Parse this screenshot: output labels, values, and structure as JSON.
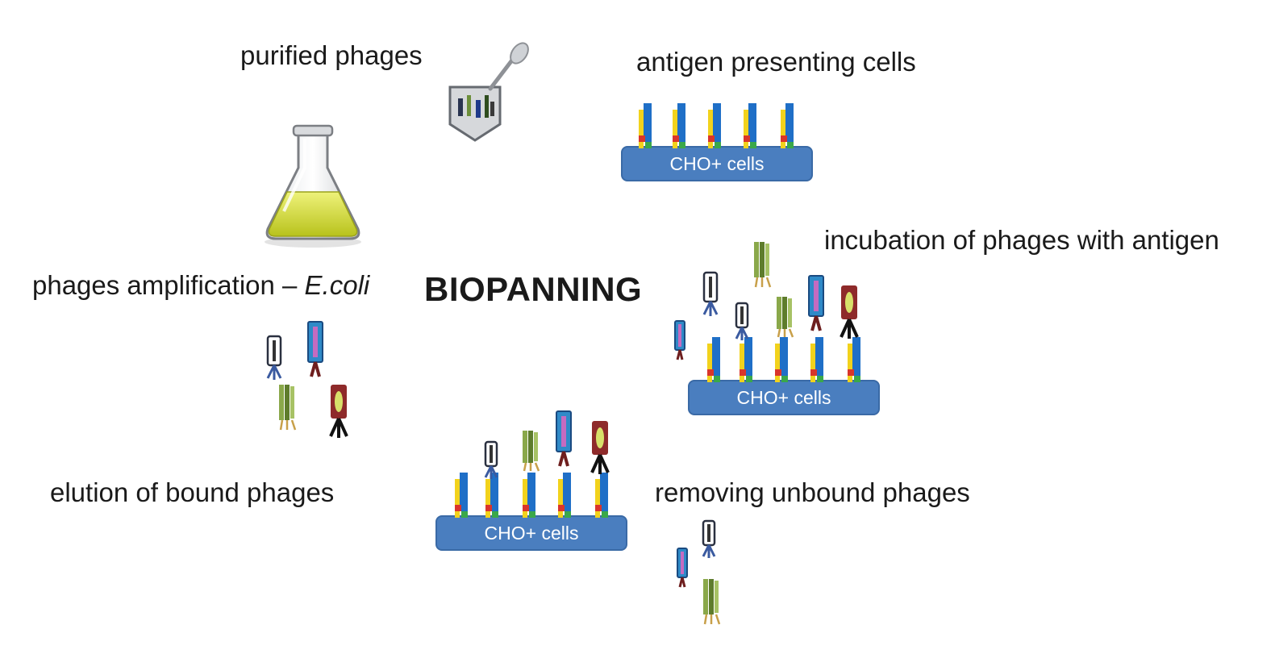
{
  "diagram": {
    "title": "BIOPANNING",
    "labels": {
      "purified_phages": "purified phages",
      "antigen_presenting_cells": "antigen presenting cells",
      "incubation": "incubation of phages with antigen",
      "amplification_prefix": "phages amplification – ",
      "amplification_organism": "E.coli",
      "elution": "elution of bound phages",
      "removing_unbound": "removing unbound phages"
    },
    "cell_label": "CHO+ cells",
    "colors": {
      "cell_fill": "#4a7ebf",
      "receptor_blue": "#1f6fc7",
      "receptor_yellow": "#f2d21c",
      "receptor_red": "#d9352b",
      "receptor_green": "#3aa84a",
      "flask_liquid": "#d8e03a",
      "phage_green": "#8aa84a",
      "phage_red": "#8e2a2a"
    },
    "icons": [
      "flask-icon",
      "tube-icon",
      "phage-icon",
      "receptor-icon"
    ]
  }
}
